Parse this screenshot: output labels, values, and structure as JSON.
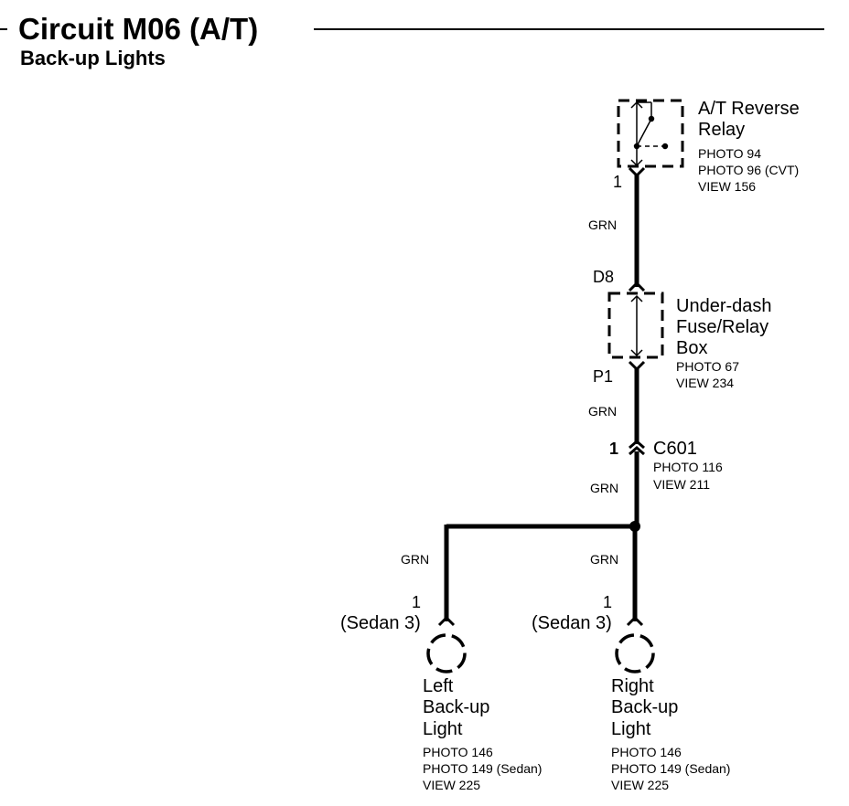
{
  "header": {
    "title": "Circuit M06 (A/T)",
    "subtitle": "Back-up Lights"
  },
  "relay": {
    "name_line1": "A/T Reverse",
    "name_line2": "Relay",
    "refs": [
      "PHOTO 94",
      "PHOTO 96 (CVT)",
      "VIEW 156"
    ],
    "pin": "1"
  },
  "fusebox": {
    "name_lines": [
      "Under-dash",
      "Fuse/Relay",
      "Box"
    ],
    "refs": [
      "PHOTO 67",
      "VIEW 234"
    ],
    "pin_top": "D8",
    "pin_bottom": "P1"
  },
  "connector": {
    "name": "C601",
    "pin": "1",
    "refs": [
      "PHOTO 116",
      "VIEW 211"
    ]
  },
  "wires": {
    "w1": "GRN",
    "w2": "GRN",
    "w3": "GRN",
    "w4_left": "GRN",
    "w4_right": "GRN"
  },
  "left_light": {
    "pin": "1",
    "connector_note": "(Sedan 3)",
    "name_lines": [
      "Left",
      "Back-up",
      "Light"
    ],
    "refs": [
      "PHOTO 146",
      "PHOTO 149 (Sedan)",
      "VIEW 225"
    ]
  },
  "right_light": {
    "pin": "1",
    "connector_note": "(Sedan 3)",
    "name_lines": [
      "Right",
      "Back-up",
      "Light"
    ],
    "refs": [
      "PHOTO 146",
      "PHOTO 149  (Sedan)",
      "VIEW 225"
    ]
  }
}
